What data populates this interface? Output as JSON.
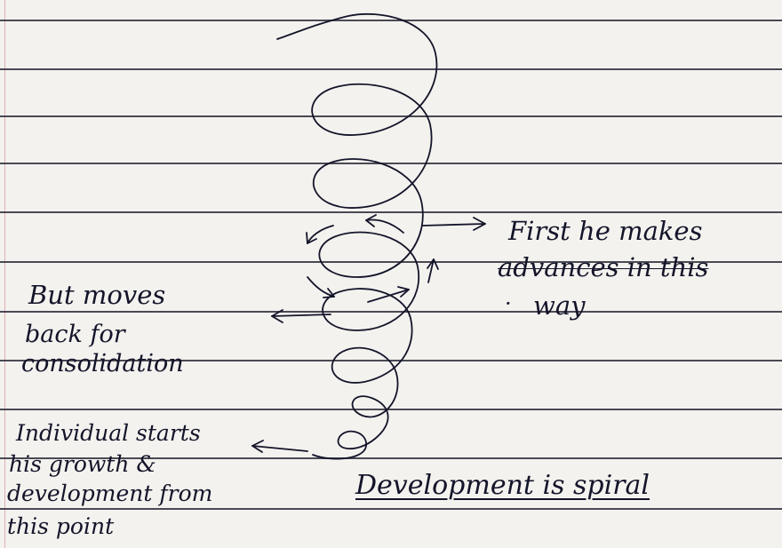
{
  "labels": {
    "first_line1": "First he makes",
    "first_line2": "advances in this",
    "first_line3": "way",
    "back_line1": "But moves",
    "back_line2": "back for",
    "back_line3": "consolidation",
    "start_line1": "Individual starts",
    "start_line2": "his growth &",
    "start_line3": "development from",
    "start_line4": "this point",
    "main_statement": "Development is spiral"
  },
  "colors": {
    "ink": "#14142a",
    "paper": "#f4f2ee",
    "ruling": "#2b2b38",
    "margin": "#c96b78"
  }
}
